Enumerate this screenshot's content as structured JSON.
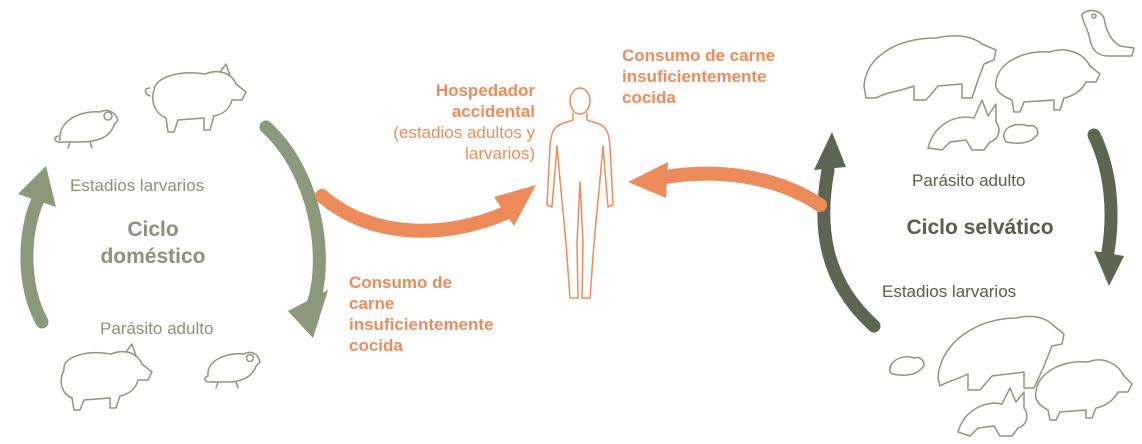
{
  "colors": {
    "domestic": "#8c987a",
    "domestic_text": "#8c907f",
    "sylvatic": "#5e6652",
    "sylvatic_text": "#585d4d",
    "accidental": "#ee8b5a",
    "animal_outline": "#8f9483"
  },
  "domestic_cycle": {
    "title_line1": "Ciclo",
    "title_line2": "doméstico",
    "larval_label": "Estadios larvarios",
    "adult_label": "Parásito adulto"
  },
  "sylvatic_cycle": {
    "title": "Ciclo selvático",
    "adult_label": "Parásito adulto",
    "larval_label": "Estadios larvarios"
  },
  "human": {
    "title_line1": "Hospedador",
    "title_line2": "accidental",
    "note_line1": "(estadios adultos y",
    "note_line2": "larvarios)"
  },
  "transmission": {
    "domestic_line1": "Consumo de",
    "domestic_line2": "carne",
    "domestic_line3": "insuficientemente",
    "domestic_line4": "cocida",
    "sylvatic_line1": "Consumo de carne",
    "sylvatic_line2": "insuficientemente",
    "sylvatic_line3": "cocida"
  },
  "icons": {
    "domestic_top": [
      "rat-icon",
      "pig-icon"
    ],
    "domestic_bottom": [
      "pig-icon",
      "rat-icon"
    ],
    "sylvatic_top": [
      "bear-icon",
      "seal-icon",
      "boar-icon",
      "fox-icon",
      "rodent-icon"
    ],
    "sylvatic_bottom": [
      "rodent-icon",
      "bear-icon",
      "boar-icon",
      "fox-icon"
    ],
    "human": "human-silhouette-icon"
  }
}
